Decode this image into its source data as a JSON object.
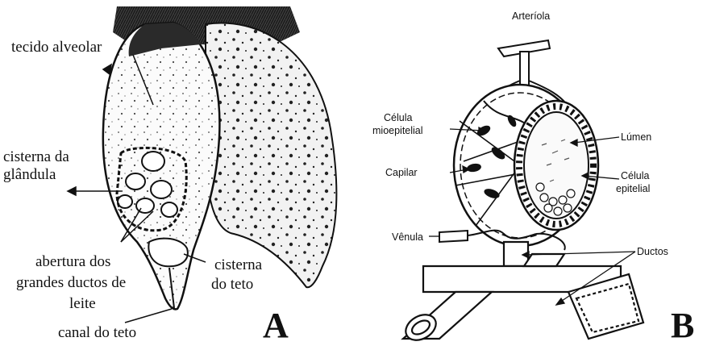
{
  "panel_a": {
    "letter": "A",
    "labels": {
      "tecido_alveolar": "tecido alveolar",
      "cisterna_glandula_1": "cisterna da",
      "cisterna_glandula_2": "glândula",
      "abertura_1": "abertura dos",
      "abertura_2": "grandes ductos de",
      "abertura_3": "leite",
      "cisterna_teto_1": "cisterna",
      "cisterna_teto_2": "do teto",
      "canal_teto": "canal do teto"
    }
  },
  "panel_b": {
    "letter": "B",
    "labels": {
      "arteriola": "Arteríola",
      "celula_mio_1": "Célula",
      "celula_mio_2": "mioepitelial",
      "lumen": "Lúmen",
      "capilar": "Capilar",
      "celula_epi_1": "Célula",
      "celula_epi_2": "epitelial",
      "venula": "Vênula",
      "ductos": "Ductos"
    }
  }
}
